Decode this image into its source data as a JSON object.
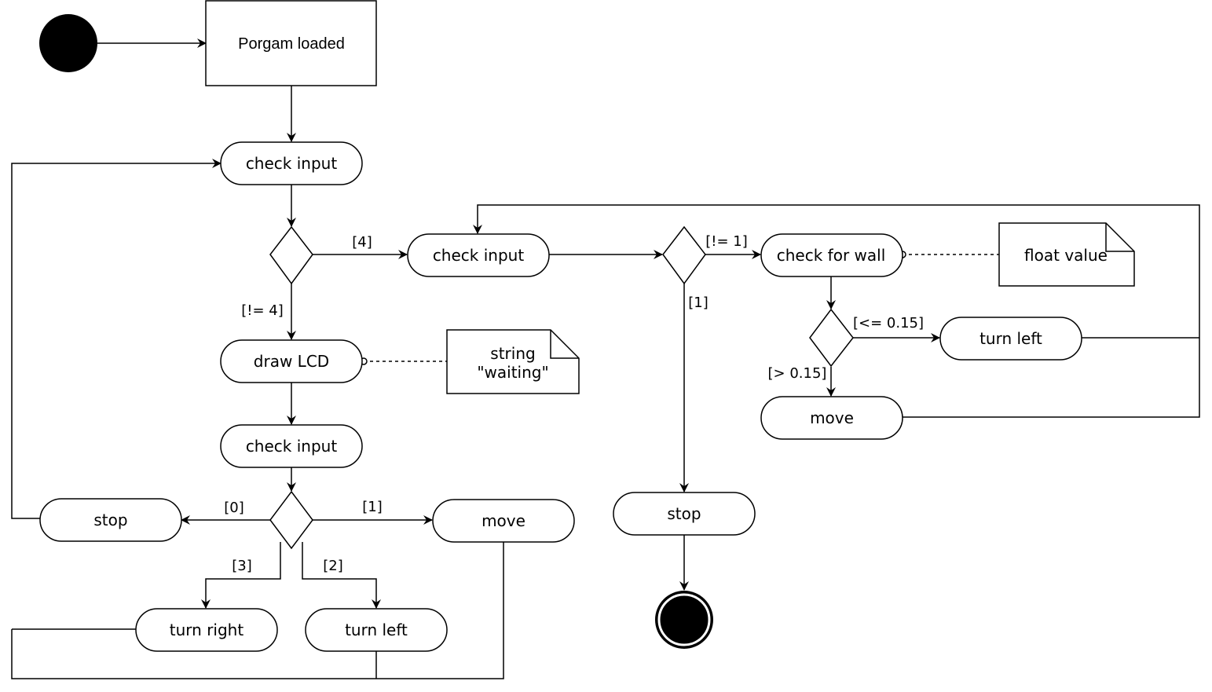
{
  "nodes": {
    "program_loaded": "Porgam loaded",
    "check_input_1": "check input",
    "check_input_2": "check input",
    "check_input_3": "check input",
    "draw_lcd": "draw LCD",
    "check_for_wall": "check for wall",
    "turn_left_1": "turn left",
    "turn_left_2": "turn left",
    "turn_right": "turn right",
    "move_1": "move",
    "move_2": "move",
    "stop_1": "stop",
    "stop_2": "stop"
  },
  "notes": {
    "waiting_line1": "string",
    "waiting_line2": "\"waiting\"",
    "float_value": "float value"
  },
  "guards": {
    "eq4": "[4]",
    "neq4": "[!= 4]",
    "neq1": "[!= 1]",
    "eq1_main": "[1]",
    "eq0": "[0]",
    "eq1_lower": "[1]",
    "eq2": "[2]",
    "eq3": "[3]",
    "le015": "[<= 0.15]",
    "gt015": "[> 0.15]"
  }
}
